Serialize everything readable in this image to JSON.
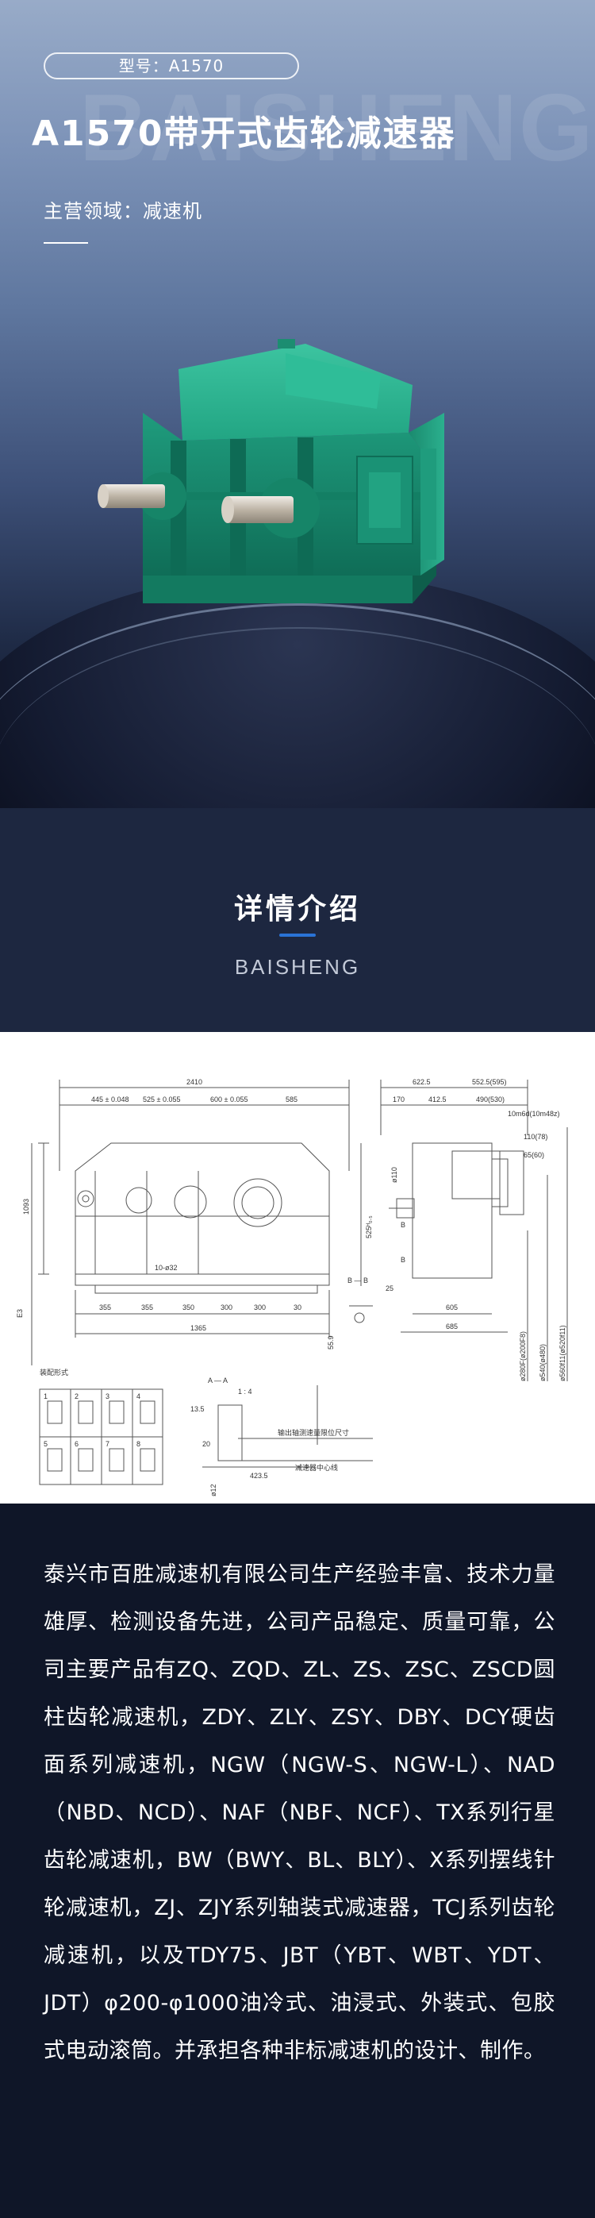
{
  "hero": {
    "watermark": "BAISHENG",
    "model_label": "型号：A1570",
    "title": "A1570带开式齿轮减速器",
    "domain_label": "主营领域：减速机"
  },
  "intro": {
    "title": "详情介绍",
    "subtitle": "BAISHENG"
  },
  "drawing": {
    "dims_top": [
      "2410",
      "445 ± 0.048",
      "525 ± 0.055",
      "600 ± 0.055",
      "585"
    ],
    "dims_right_top": [
      "622.5",
      "552.5(595)",
      "170",
      "412.5",
      "490(530)"
    ],
    "dims_bottom": [
      "355",
      "355",
      "350",
      "300",
      "300",
      "30"
    ],
    "dims_bottom2": [
      "1365"
    ],
    "dims_bottom_right": [
      "605",
      "685"
    ],
    "dims_left": [
      "1093",
      "E3"
    ],
    "label_holes": "10-ø32",
    "label_height": "525ᴴ₀.₅",
    "label_right_1": "10m6d(10m48z)",
    "label_right_2": "110(78)",
    "label_right_3": "65(60)",
    "label_right_4": "ø110",
    "label_right_5": "ø280F(ø200F8)",
    "label_right_6": "ø540(ø480)",
    "label_right_7": "ø560f11(ø520f11)",
    "label_b": "B",
    "label_25": "25",
    "section_label": "装配形式",
    "label_aa": "A — A",
    "label_14": "1 : 4",
    "label_135": "13.5",
    "label_20": "20",
    "label_12": "ø12",
    "label_4235": "423.5",
    "label_559": "55.9",
    "label_bb": "B — B",
    "note_1": "输出轴测速量限位尺寸",
    "note_2": "减速器中心线",
    "assembly_numbers": [
      "1",
      "2",
      "3",
      "4",
      "5",
      "6",
      "7",
      "8"
    ]
  },
  "description": {
    "text": "泰兴市百胜减速机有限公司生产经验丰富、技术力量雄厚、检测设备先进，公司产品稳定、质量可靠，公司主要产品有ZQ、ZQD、ZL、ZS、ZSC、ZSCD圆柱齿轮减速机，ZDY、ZLY、ZSY、DBY、DCY硬齿面系列减速机，NGW（NGW-S、NGW-L）、NAD（NBD、NCD）、NAF（NBF、NCF）、TX系列行星齿轮减速机，BW（BWY、BL、BLY）、X系列摆线针轮减速机，ZJ、ZJY系列轴装式减速器，TCJ系列齿轮减速机，以及TDY75、JBT（YBT、WBT、YDT、JDT）φ200-φ1000油冷式、油浸式、外装式、包胶式电动滚筒。并承担各种非标减速机的设计、制作。"
  },
  "colors": {
    "hero_top": "#98abc8",
    "hero_bottom": "#0e1426",
    "intro_bg": "#1d2740",
    "accent_bar": "#2a73d6",
    "desc_bg": "#0f1628",
    "machine_green": "#1f9c7d"
  }
}
